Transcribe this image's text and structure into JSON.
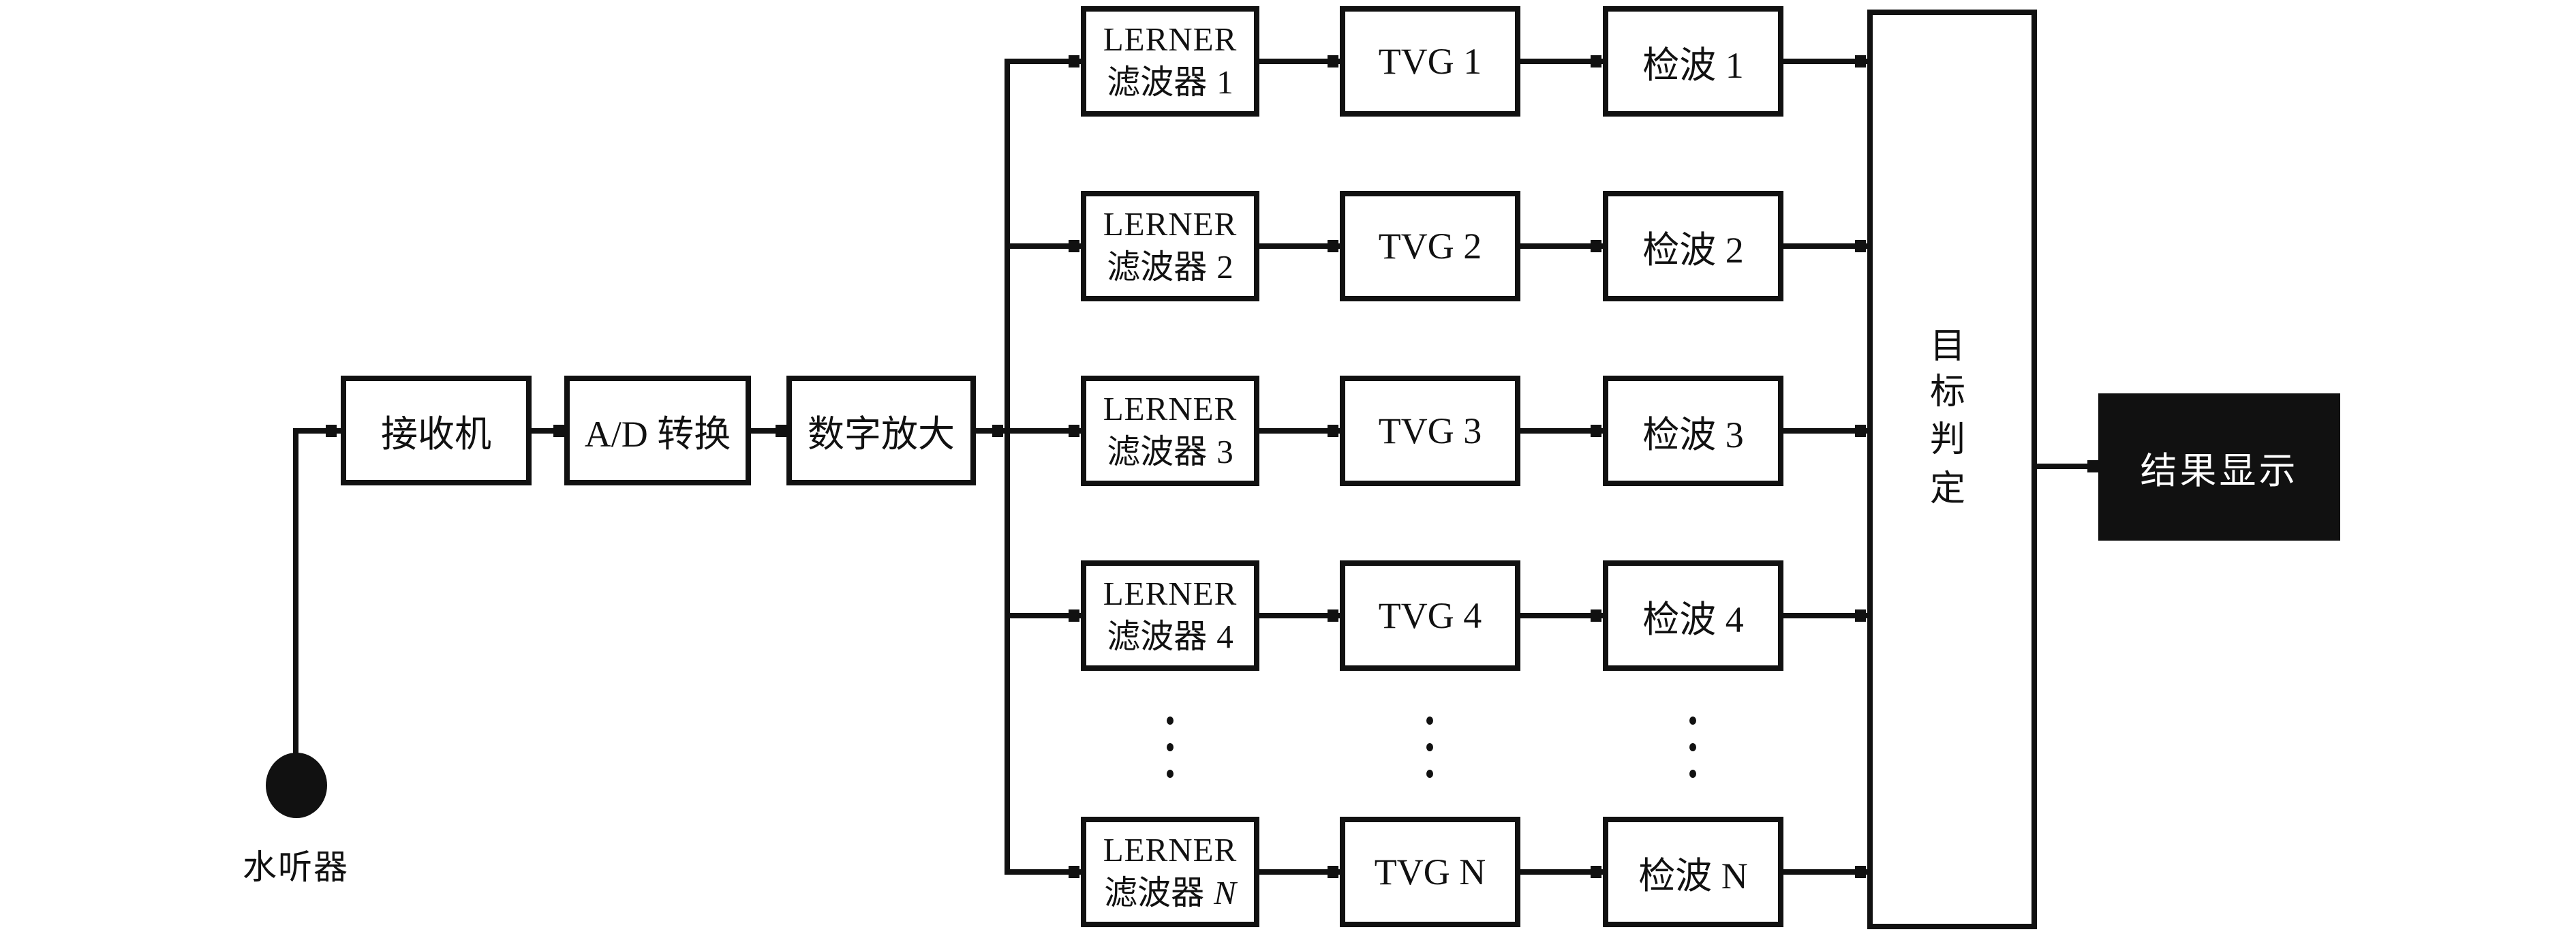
{
  "figure": {
    "background": "#ffffff",
    "stroke_color": "#111111",
    "hydrophone": {
      "label": "水听器"
    },
    "chain": [
      {
        "label": "接收机"
      },
      {
        "label": "A/D 转换"
      },
      {
        "label": "数字放大"
      }
    ],
    "rows": [
      {
        "filter_line1": "LERNER",
        "filter_word": "滤波器",
        "filter_num": "1",
        "tvg": "TVG 1",
        "detector": "检波 1"
      },
      {
        "filter_line1": "LERNER",
        "filter_word": "滤波器",
        "filter_num": "2",
        "tvg": "TVG 2",
        "detector": "检波 2"
      },
      {
        "filter_line1": "LERNER",
        "filter_word": "滤波器",
        "filter_num": "3",
        "tvg": "TVG 3",
        "detector": "检波 3"
      },
      {
        "filter_line1": "LERNER",
        "filter_word": "滤波器",
        "filter_num": "4",
        "tvg": "TVG 4",
        "detector": "检波 4"
      },
      {
        "filter_line1": "LERNER",
        "filter_word": "滤波器",
        "filter_num": "N",
        "tvg": "TVG N",
        "detector": "检波 N",
        "num_italic": true
      }
    ],
    "ellipsis_dot_count": 3,
    "decision": {
      "label": "目标判定",
      "chars": [
        "目",
        "标",
        "判",
        "定"
      ]
    },
    "display": {
      "label": "结果显示",
      "bg": "#111111",
      "text_color": "#ffffff"
    }
  }
}
